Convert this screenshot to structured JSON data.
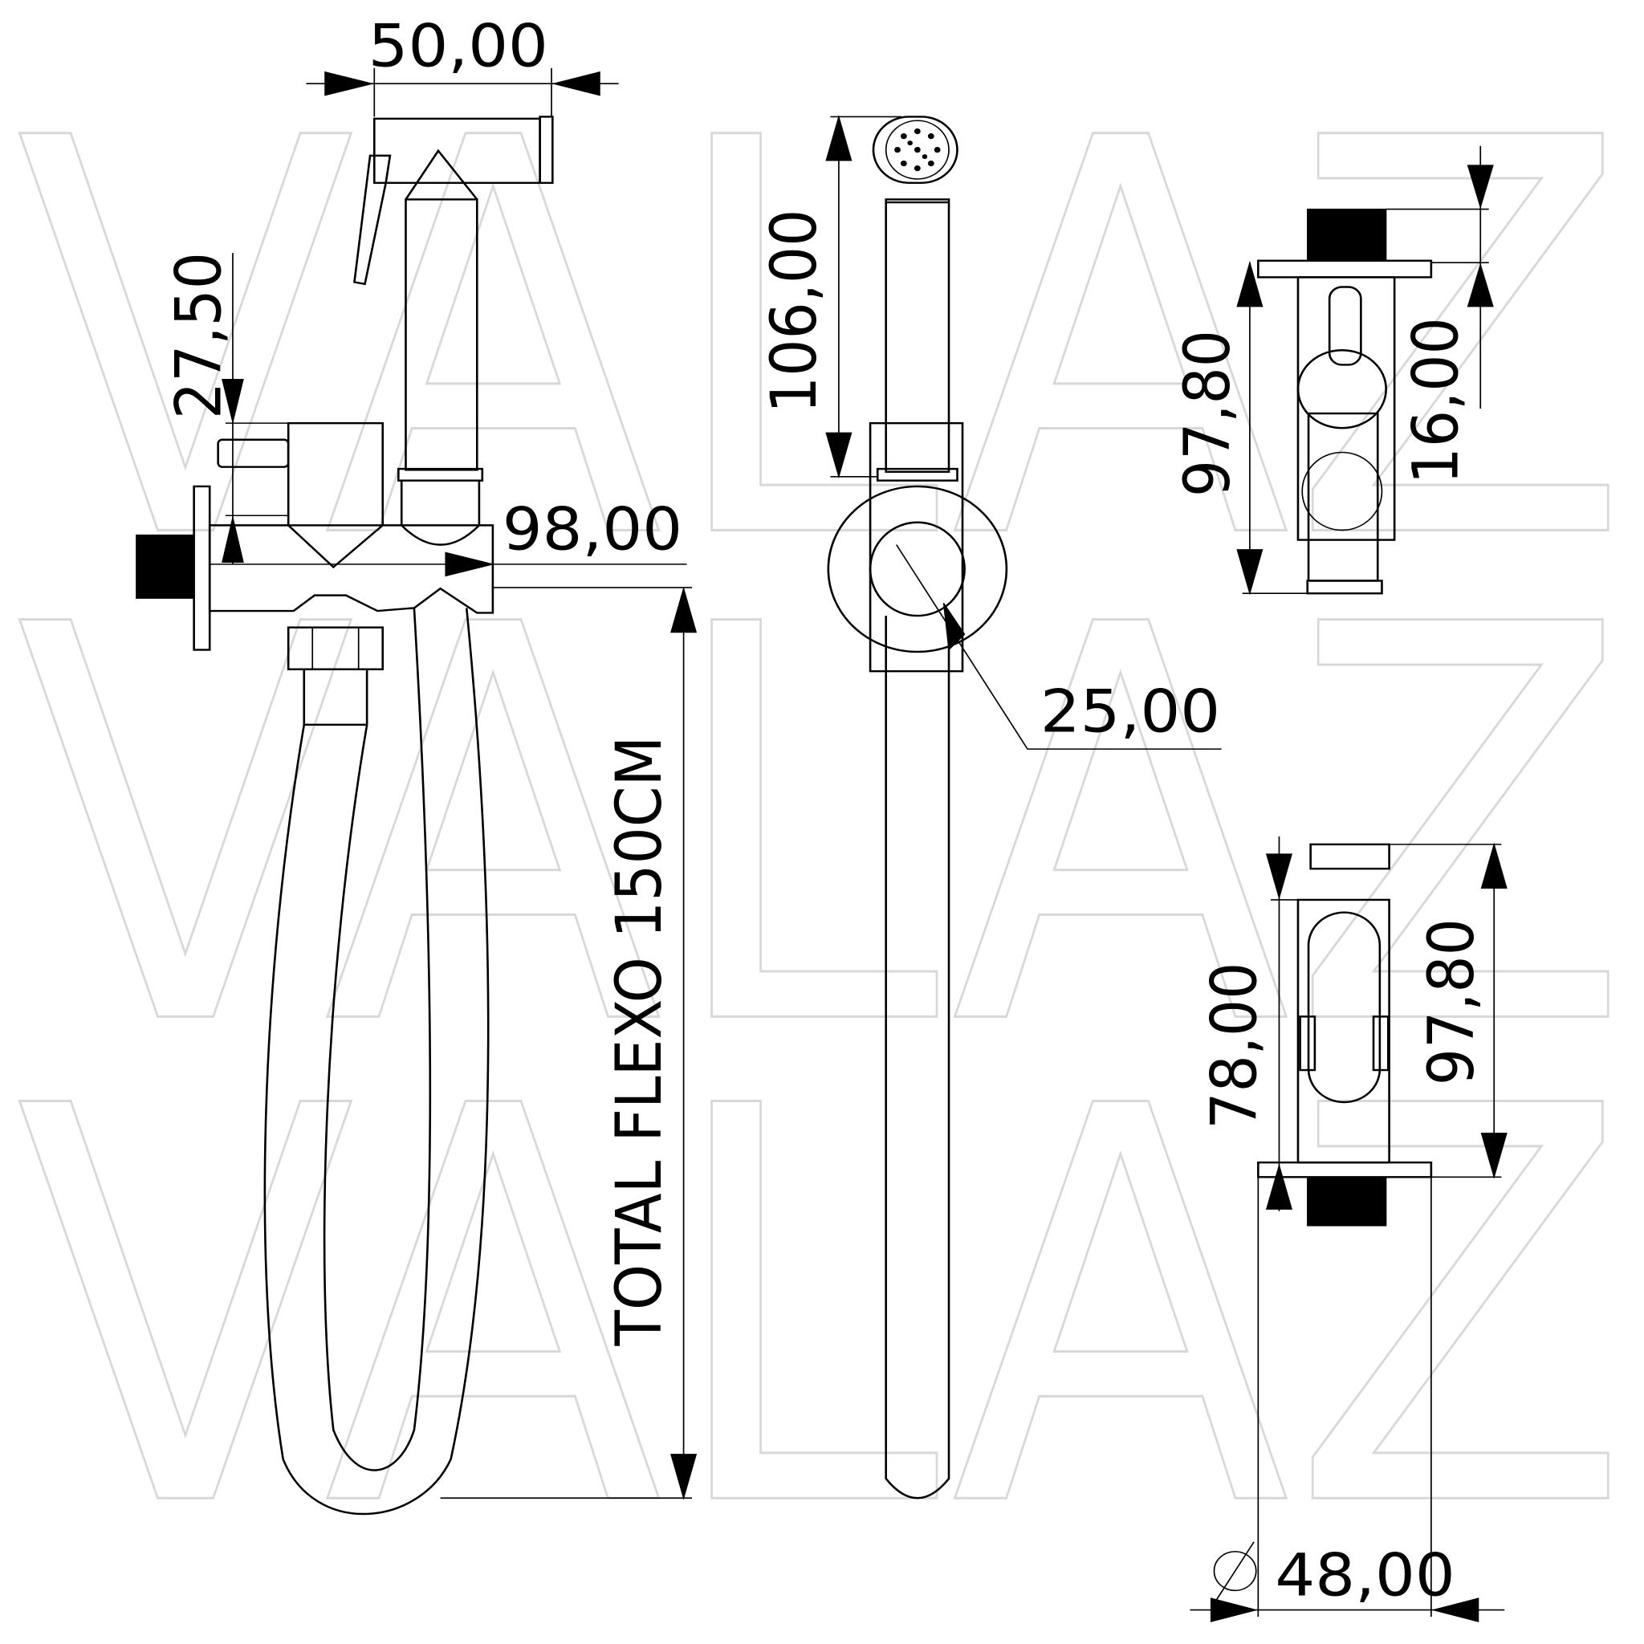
{
  "watermark": "VALAZ",
  "dimensions": {
    "head_width": "50,00",
    "valve_offset": "27,50",
    "body_length": "98,00",
    "hose_length": "TOTAL FLEXO 150CM",
    "sprayer_length": "106,00",
    "knob_diameter": "25,00",
    "top_view_height": "97,80",
    "thread_length": "16,00",
    "bottom_view_height": "97,80",
    "bottom_view_offset": "78,00",
    "plate_diameter": "48,00"
  },
  "diameter_symbol": "⌀"
}
